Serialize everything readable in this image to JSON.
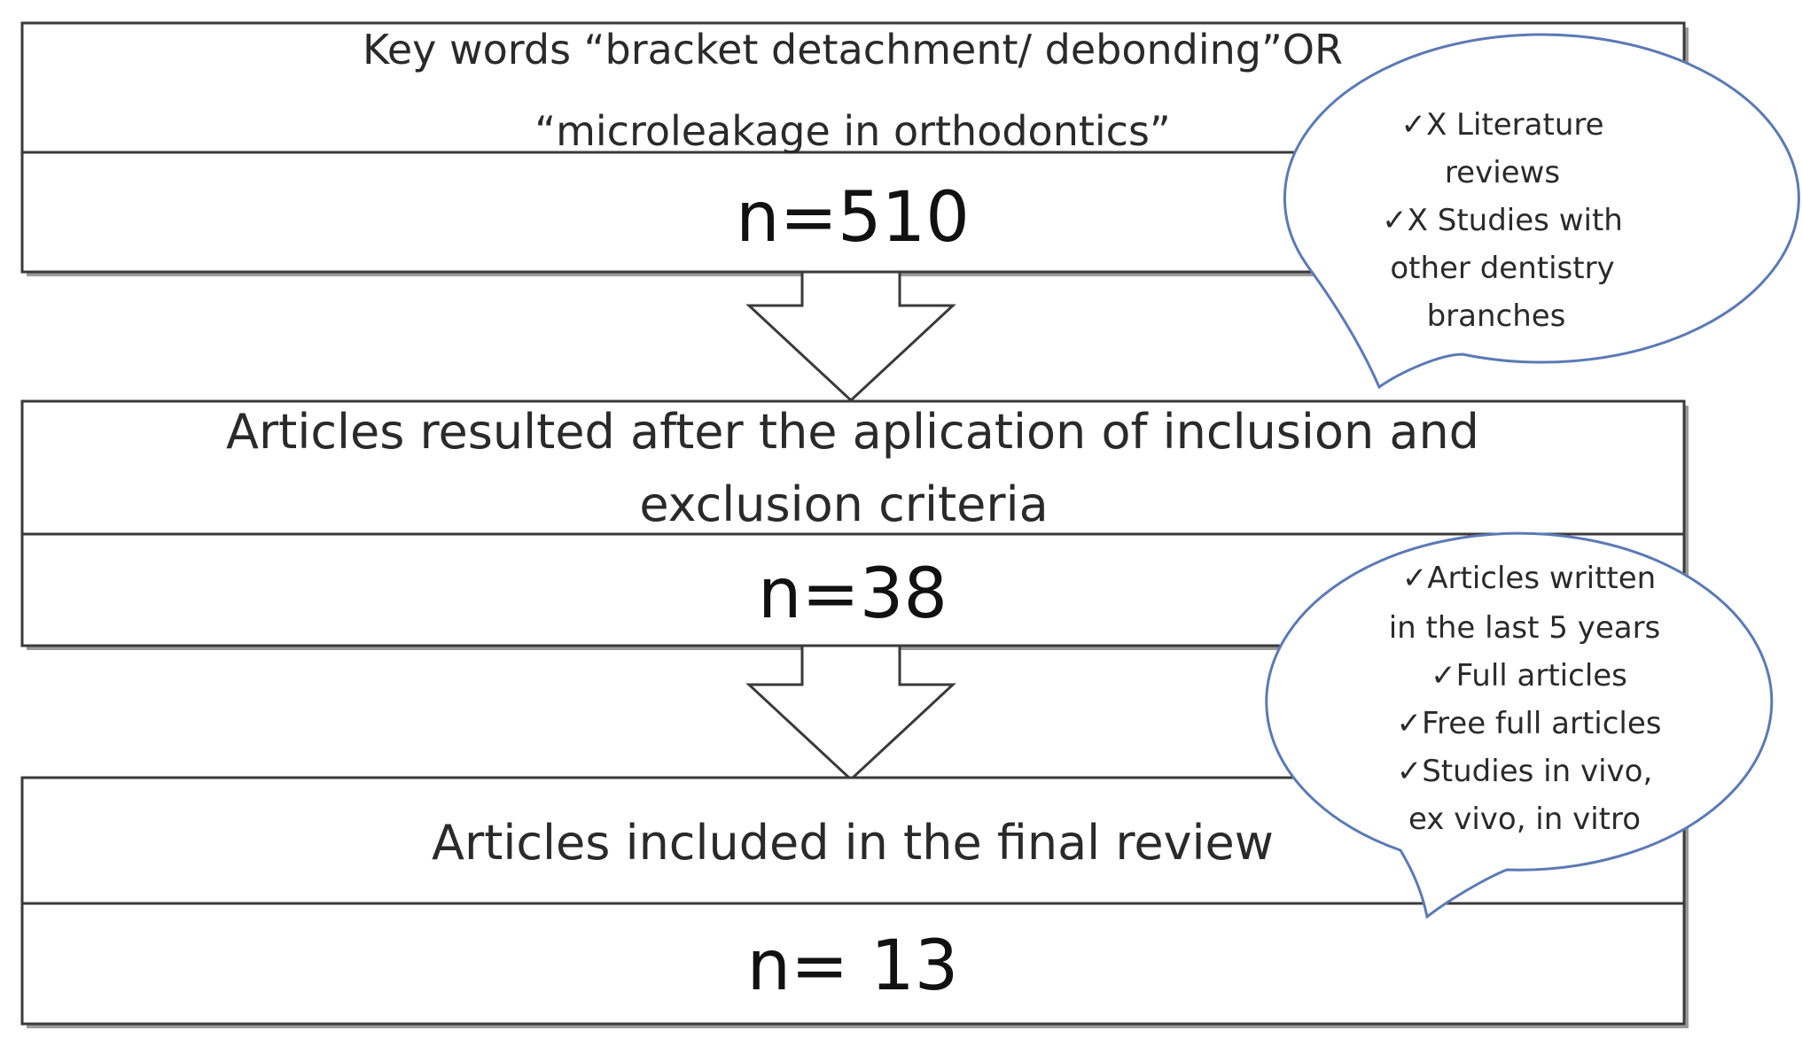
{
  "boxes": [
    {
      "title_lines": [
        "Key words “bracket detachment/ debonding”OR",
        "“microleakage in orthodontics”"
      ],
      "count": "n=510"
    },
    {
      "title_lines": [
        "Articles resulted after the aplication of inclusion and",
        "exclusion criteria"
      ],
      "count": "n=38"
    },
    {
      "title_lines": [
        "Articles included in the final review"
      ],
      "count": "n= 13"
    }
  ],
  "bubbles": [
    {
      "lines": [
        "✓X Literature",
        "reviews",
        "✓X Studies with",
        "other dentistry",
        "branches"
      ]
    },
    {
      "lines": [
        "✓Articles written",
        "in the last 5 years",
        "✓Full articles",
        "✓Free full articles",
        "✓Studies in vivo,",
        "ex vivo, in vitro"
      ]
    }
  ],
  "colors": {
    "box_border": "#3a3a3a",
    "bubble_border": "#5b7ab5",
    "text": "#2a2a2a"
  }
}
